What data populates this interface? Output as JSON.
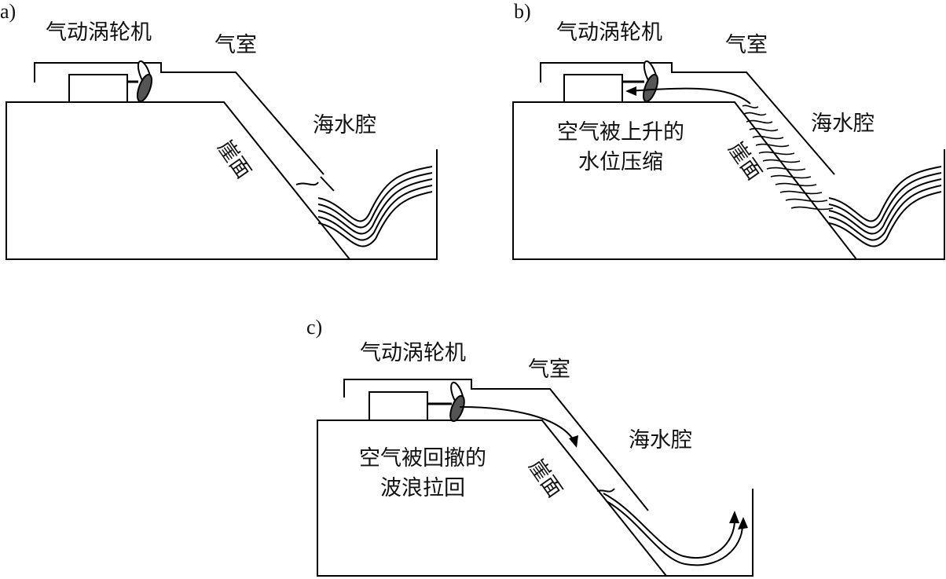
{
  "panels": [
    {
      "tag": "a)",
      "turbine": "气动涡轮机",
      "chamber": "气室",
      "sea": "海水腔",
      "cliff": "崖面",
      "note": [
        "",
        ""
      ]
    },
    {
      "tag": "b)",
      "turbine": "气动涡轮机",
      "chamber": "气室",
      "sea": "海水腔",
      "cliff": "崖面",
      "note": [
        "空气被上升的",
        "水位压缩"
      ]
    },
    {
      "tag": "c)",
      "turbine": "气动涡轮机",
      "chamber": "气室",
      "sea": "海水腔",
      "cliff": "崖面",
      "note": [
        "空气被回撤的",
        "波浪拉回"
      ]
    }
  ]
}
